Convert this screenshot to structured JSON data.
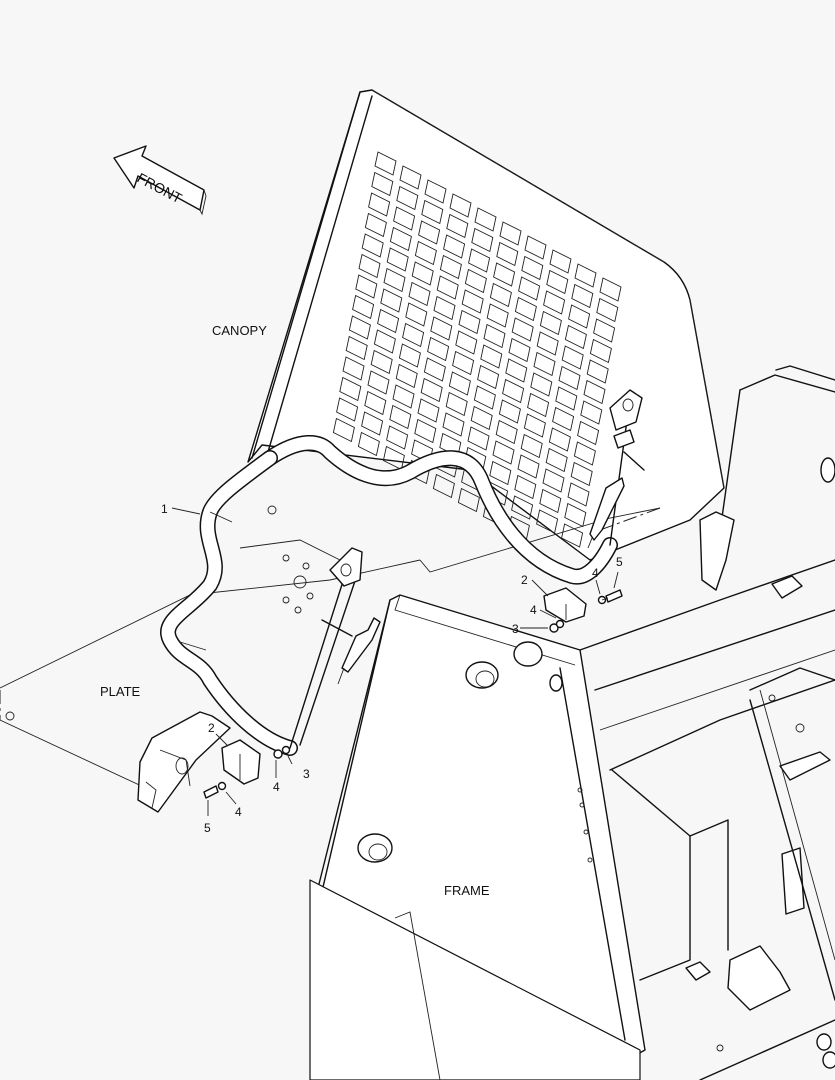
{
  "labels": {
    "front": "FRONT",
    "canopy": "CANOPY",
    "plate": "PLATE",
    "frame": "FRAME"
  },
  "callouts": {
    "c1": "1",
    "c2_right": "2",
    "c2_left": "2",
    "c3_right": "3",
    "c3_left": "3",
    "c4_right_top": "4",
    "c4_right_mid": "4",
    "c4_left_a": "4",
    "c4_left_b": "4",
    "c5_right": "5",
    "c5_left": "5"
  }
}
